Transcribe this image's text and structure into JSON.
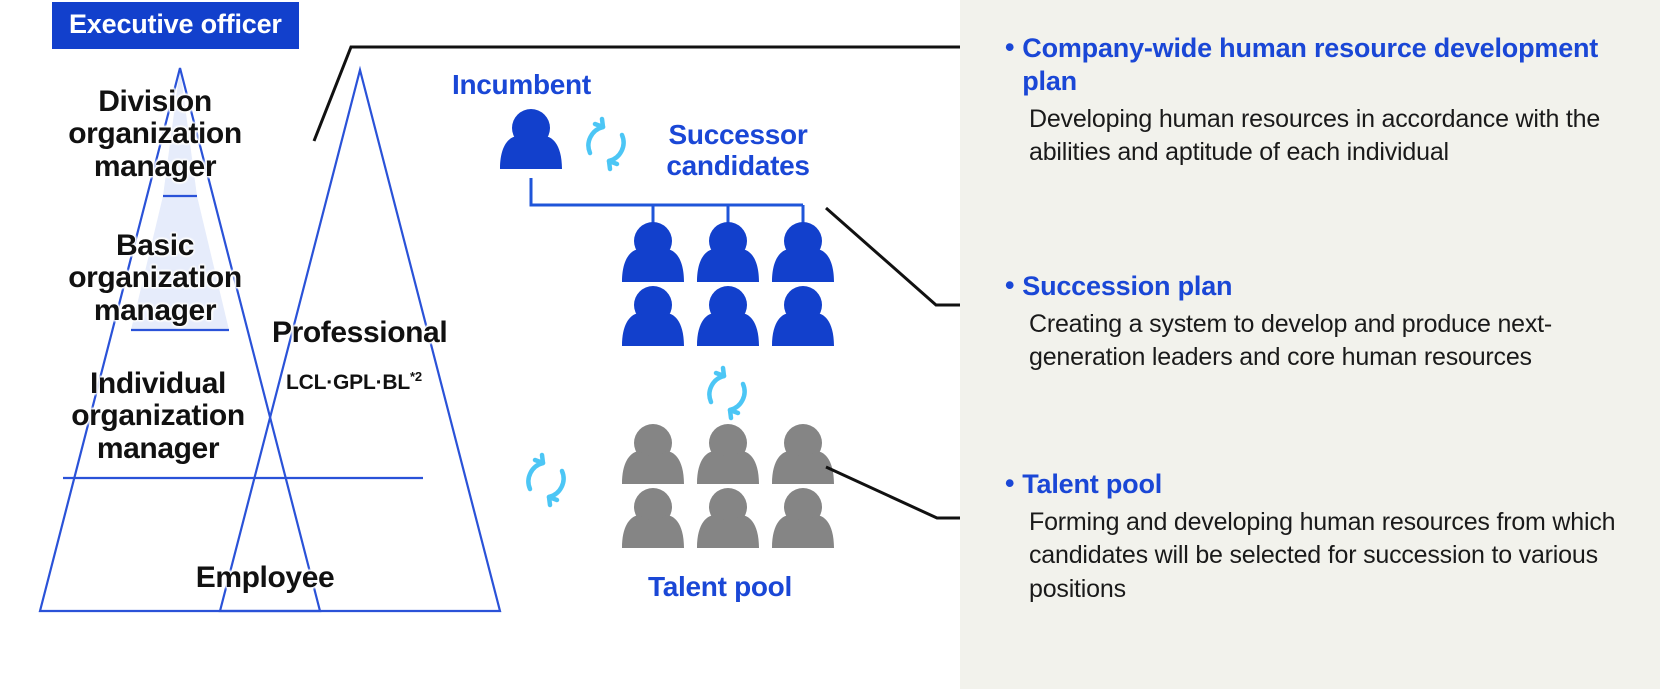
{
  "colors": {
    "brand_blue": "#1240cc",
    "label_blue": "#1a47d6",
    "icon_blue": "#1240cc",
    "icon_grey": "#858585",
    "cycle_cyan": "#4cc6f5",
    "pyramid_stroke": "#2a52d8",
    "pyramid_fill": "#e6ecfb",
    "panel_bg": "#f2f2ec",
    "leader_line": "#000000",
    "text_dark": "#1a1a1a"
  },
  "badge": {
    "label": "Executive officer"
  },
  "pyramid": {
    "levels": [
      {
        "id": "division",
        "label": "Division\norganization\nmanager"
      },
      {
        "id": "basic",
        "label": "Basic\norganization\nmanager"
      },
      {
        "id": "individual",
        "label": "Individual\norganization\nmanager"
      },
      {
        "id": "employee",
        "label": "Employee"
      }
    ],
    "professional": {
      "label": "Professional",
      "sub_label": "LCL·GPL·BL",
      "footnote_marker": "*2"
    }
  },
  "succession": {
    "incumbent_label": "Incumbent",
    "successor_label": "Successor\ncandidates",
    "talent_pool_label": "Talent pool",
    "incumbent_count": 1,
    "successor_rows": 2,
    "successor_cols": 3,
    "talent_rows": 2,
    "talent_cols": 3,
    "cycle_icons": 3
  },
  "info_panel": {
    "items": [
      {
        "bullet": "•",
        "title": "Company-wide human resource development plan",
        "body": "Developing human resources in accordance with the abilities and aptitude of each individual"
      },
      {
        "bullet": "•",
        "title": "Succession plan",
        "body": "Creating a system to develop and produce next-generation leaders and core human resources"
      },
      {
        "bullet": "•",
        "title": "Talent pool",
        "body": "Forming and developing human resources from which candidates will be selected for succession to various positions"
      }
    ]
  }
}
